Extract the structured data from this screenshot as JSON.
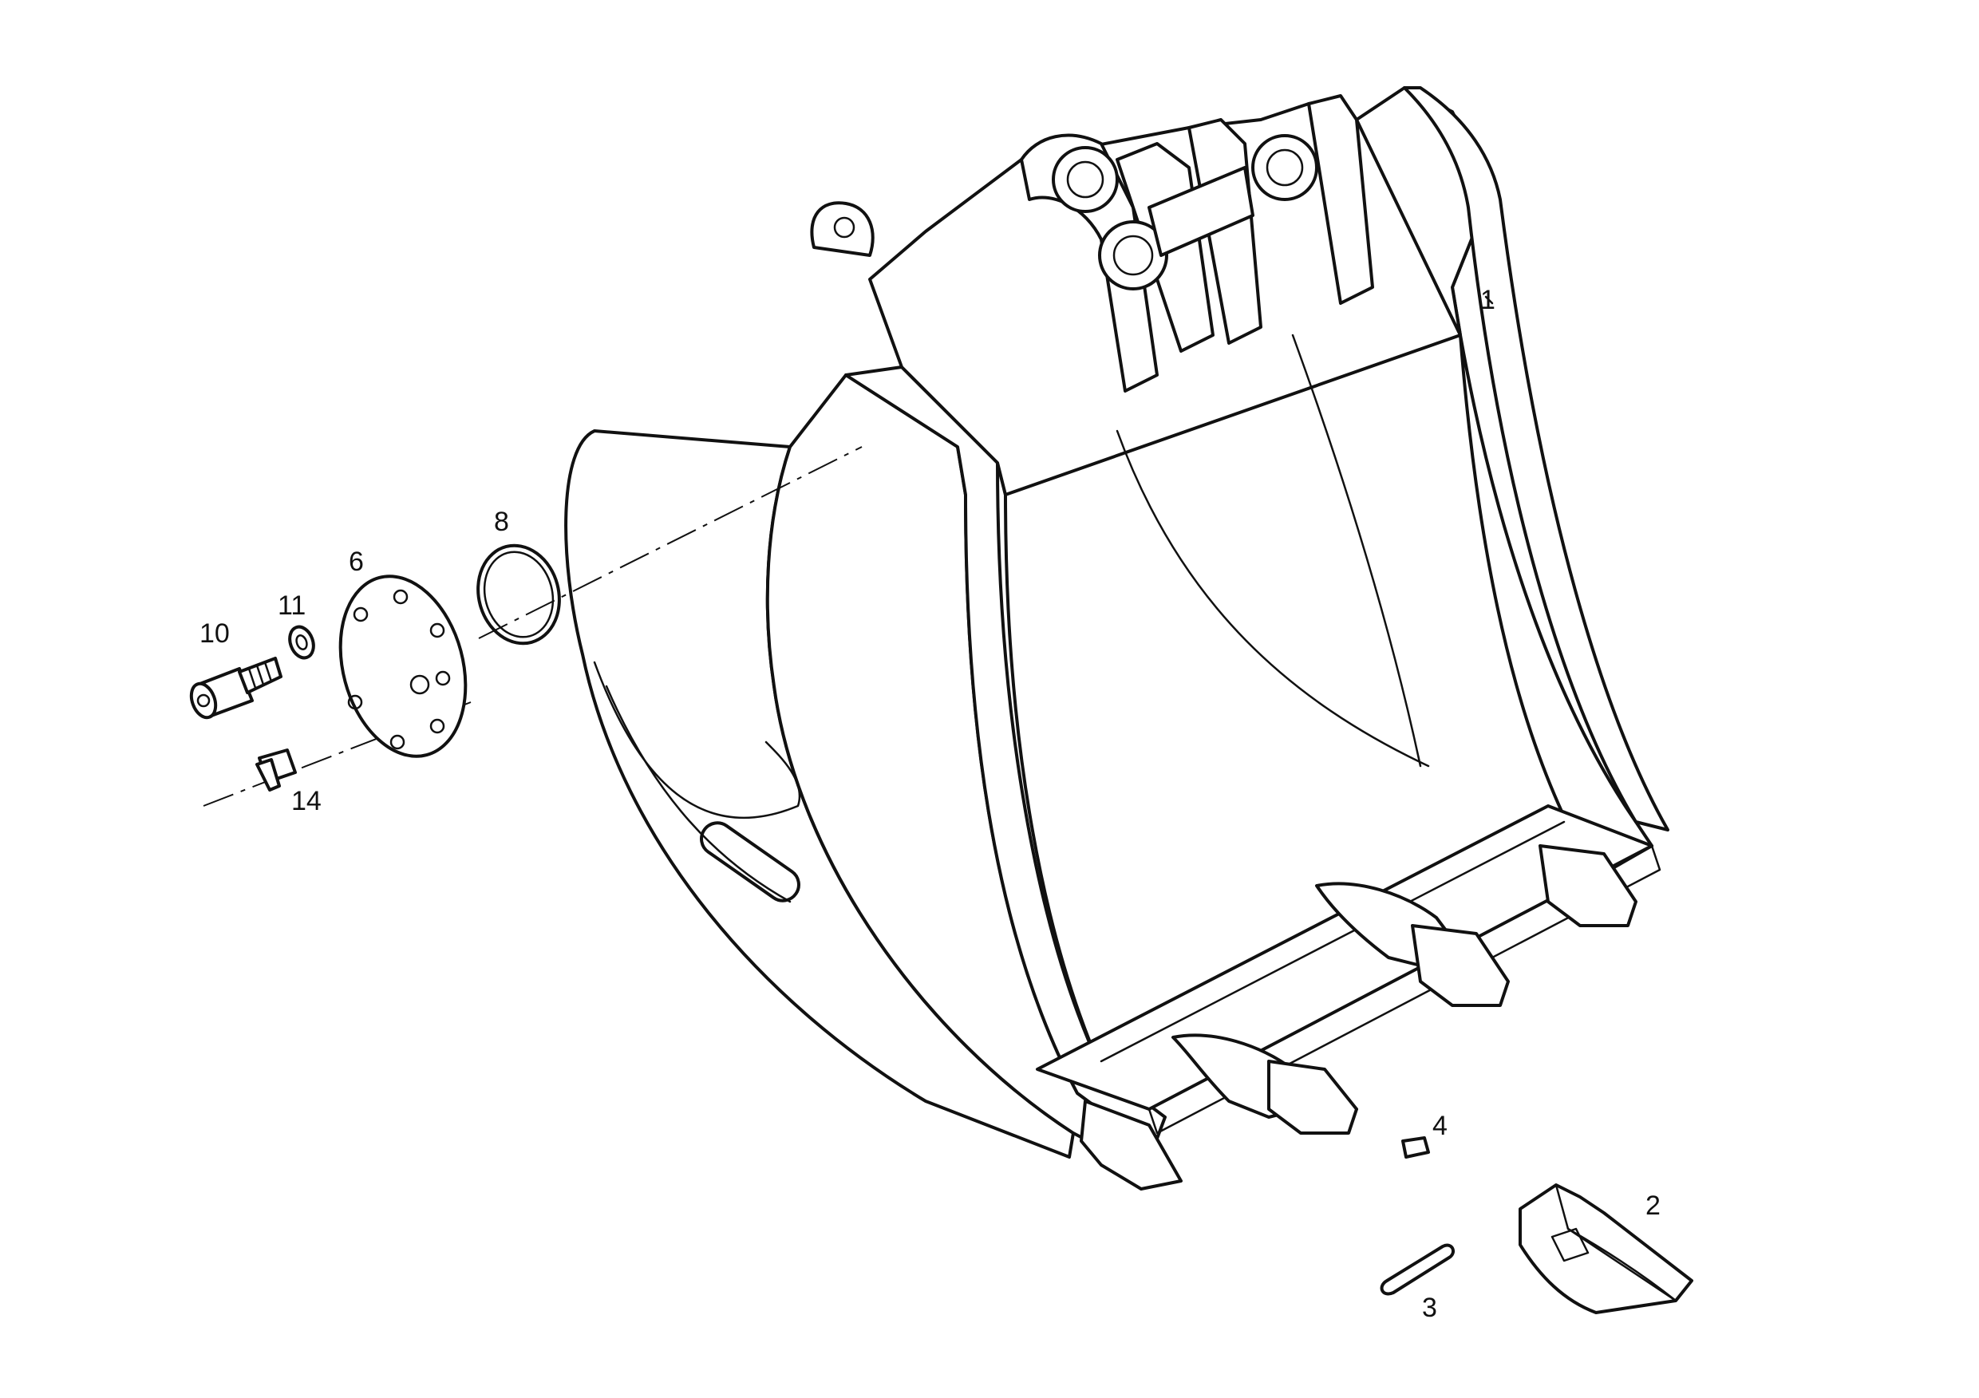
{
  "diagram": {
    "labels": [
      {
        "key": "bucket",
        "text": "1"
      },
      {
        "key": "tooth",
        "text": "2"
      },
      {
        "key": "pin",
        "text": "3"
      },
      {
        "key": "retainer",
        "text": "4"
      },
      {
        "key": "cover-plate",
        "text": "6"
      },
      {
        "key": "o-ring",
        "text": "8"
      },
      {
        "key": "bolt",
        "text": "10"
      },
      {
        "key": "washer",
        "text": "11"
      },
      {
        "key": "grease-nipple",
        "text": "14"
      }
    ]
  }
}
